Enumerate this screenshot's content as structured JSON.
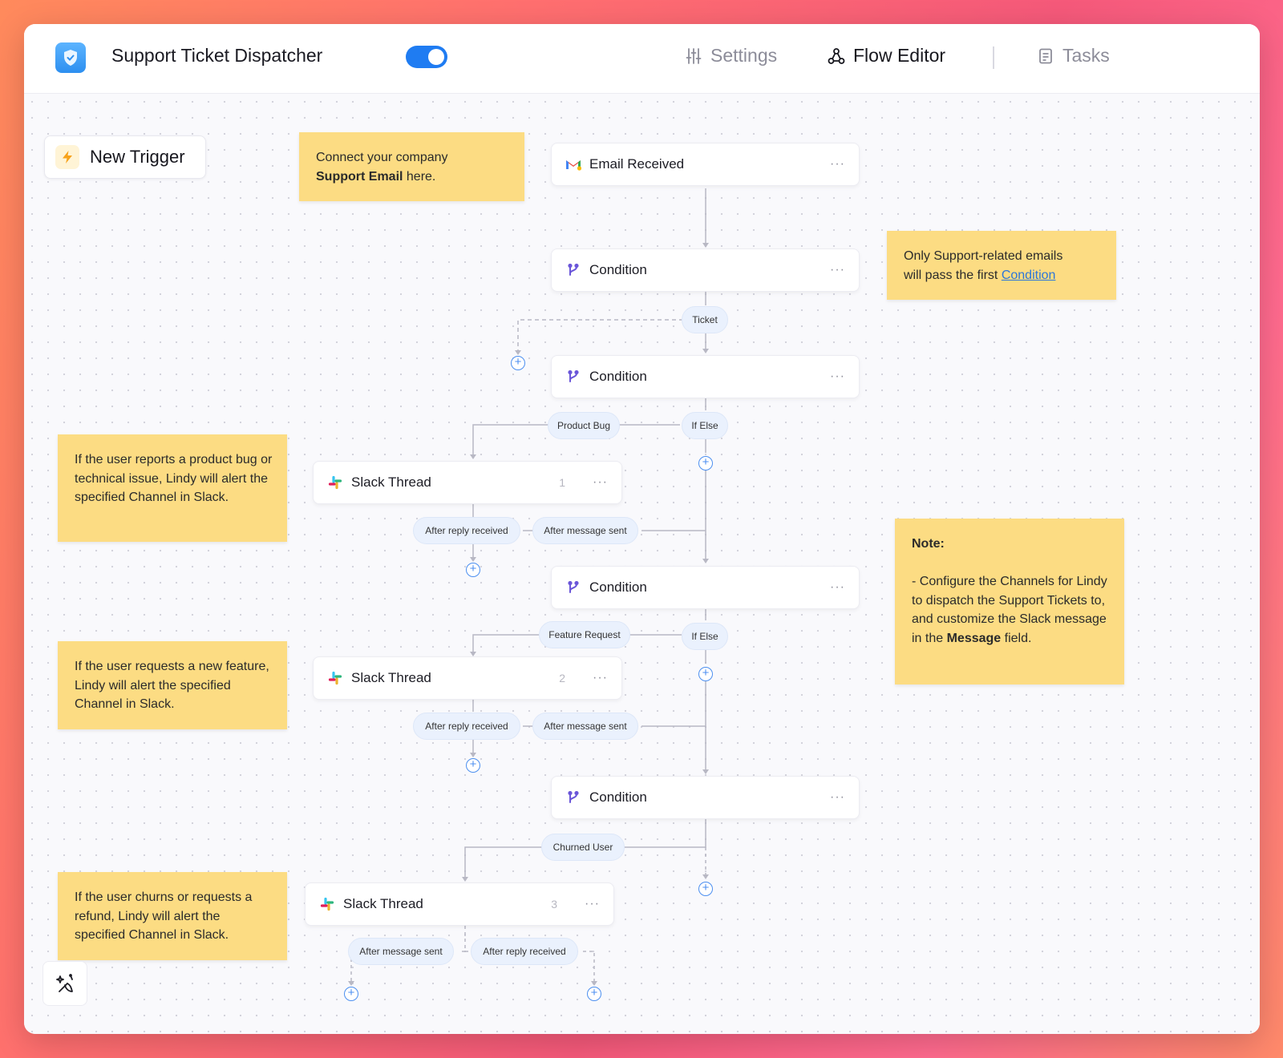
{
  "header": {
    "title": "Support Ticket Dispatcher",
    "nav": {
      "settings": "Settings",
      "flow_editor": "Flow Editor",
      "tasks": "Tasks"
    }
  },
  "trigger": {
    "label": "New Trigger"
  },
  "notes": {
    "connect_line1": "Connect your company",
    "connect_bold": "Support Email",
    "connect_tail": " here.",
    "only_line1": "Only Support-related emails",
    "only_line2": "will pass the first ",
    "only_link": "Condition",
    "bug": "If the user reports a product bug or technical issue, Lindy will alert the specified Channel in Slack.",
    "feature": "If the user requests a new feature, Lindy will alert the specified Channel in Slack.",
    "churn": "If the user churns or requests a refund, Lindy will alert the specified Channel in Slack.",
    "note_title": "Note:",
    "note_body": "- Configure the Channels for Lindy to dispatch the Support Tickets to, and customize the Slack message in the ",
    "note_bold": "Message",
    "note_tail": " field."
  },
  "nodes": {
    "email": "Email Received",
    "cond1": "Condition",
    "cond2": "Condition",
    "cond3": "Condition",
    "cond4": "Condition",
    "slack1": "Slack Thread",
    "slack1_num": "1",
    "slack2": "Slack Thread",
    "slack2_num": "2",
    "slack3": "Slack Thread",
    "slack3_num": "3",
    "menu": "···"
  },
  "pills": {
    "ticket": "Ticket",
    "product_bug": "Product Bug",
    "if_else_1": "If Else",
    "after_reply_1": "After reply received",
    "after_sent_1": "After message sent",
    "feature_request": "Feature Request",
    "if_else_2": "If Else",
    "after_reply_2": "After reply received",
    "after_sent_2": "After message sent",
    "churned_user": "Churned User",
    "after_sent_3": "After message sent",
    "after_reply_3": "After reply received"
  },
  "colors": {
    "accent": "#1f7cf2",
    "note": "#fcdc83",
    "pill": "#eaf1fd",
    "plus": "#4c8ff0"
  },
  "icons": {
    "app": "shield-icon",
    "settings": "sliders-icon",
    "flow": "flow-icon",
    "tasks": "document-icon",
    "trigger": "lightning-icon",
    "email": "gmail-icon",
    "condition": "branch-icon",
    "slack": "slack-icon",
    "canvas_tool": "magic-wand-icon"
  }
}
